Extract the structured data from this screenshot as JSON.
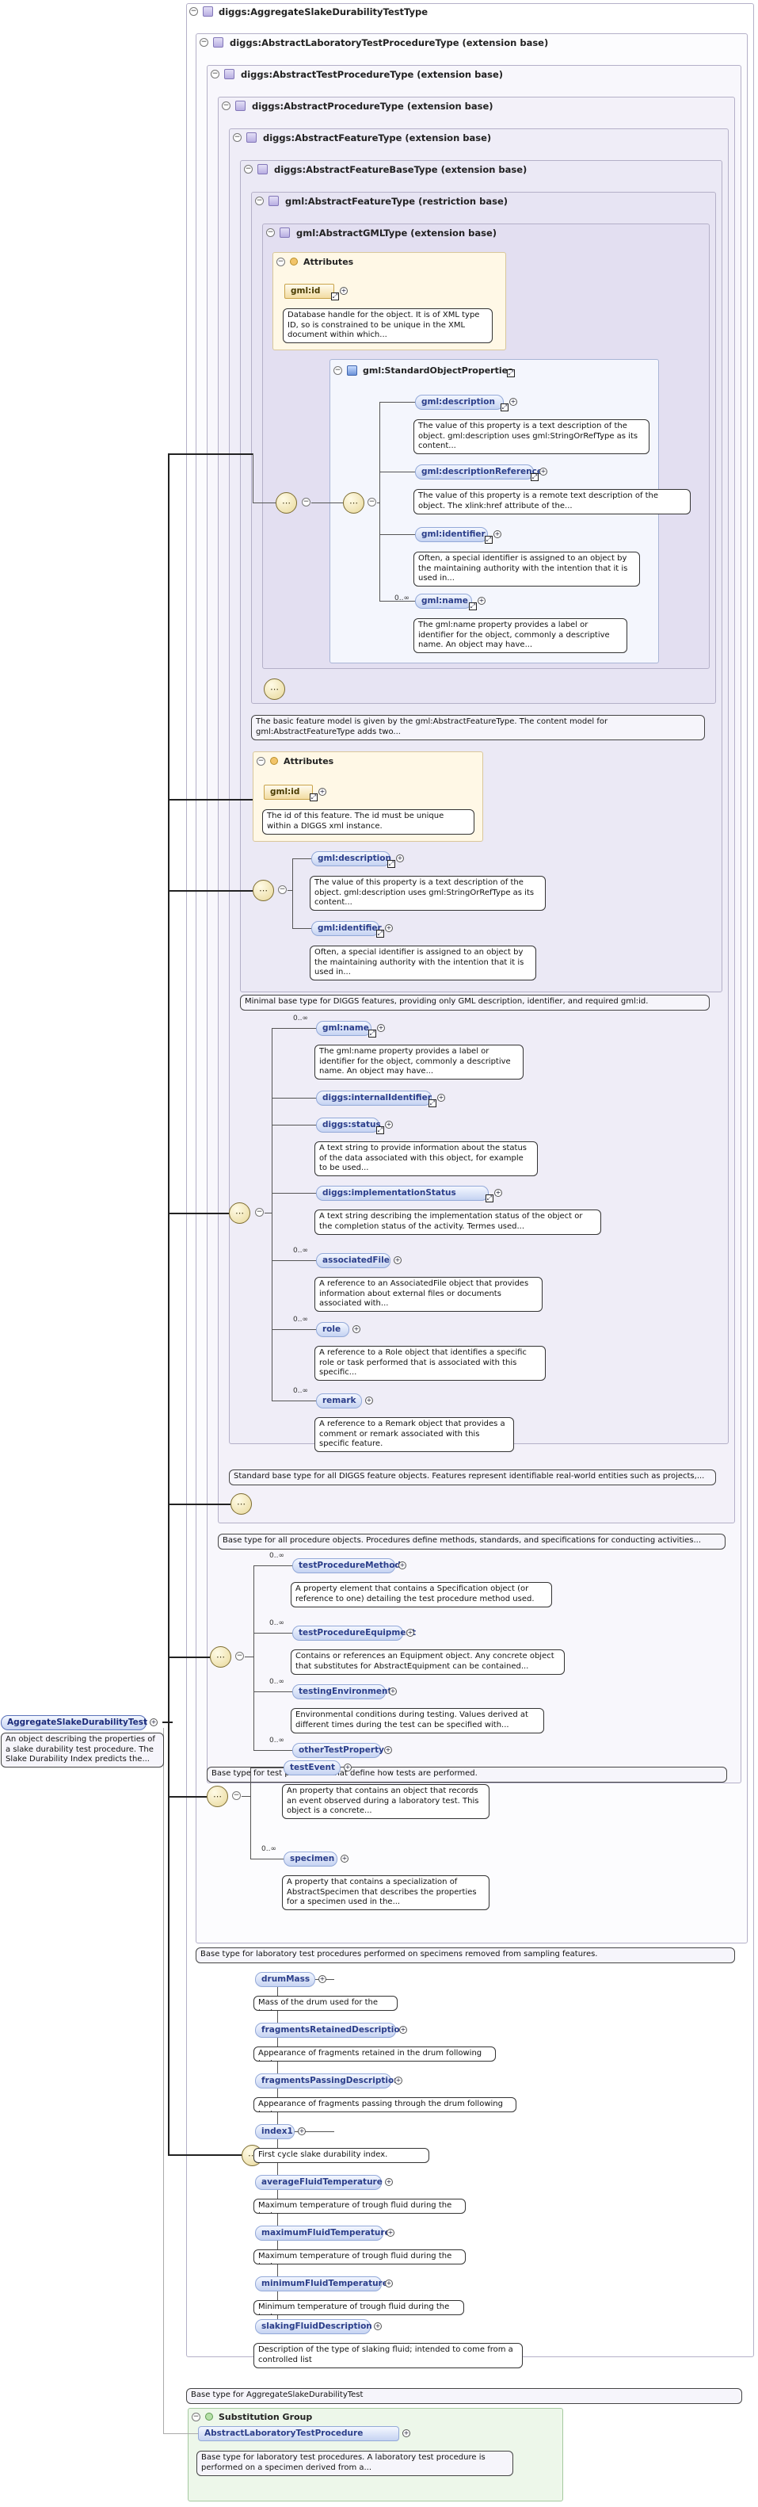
{
  "boxes": {
    "b0": "diggs:AggregateSlakeDurabilityTestType",
    "b1": "diggs:AbstractLaboratoryTestProcedureType (extension base)",
    "b2": "diggs:AbstractTestProcedureType (extension base)",
    "b3": "diggs:AbstractProcedureType (extension base)",
    "b4": "diggs:AbstractFeatureType (extension base)",
    "b5": "diggs:AbstractFeatureBaseType (extension base)",
    "b6": "gml:AbstractFeatureType (restriction base)",
    "b7": "gml:AbstractGMLType (extension base)",
    "attr1": "Attributes",
    "sop": "gml:StandardObjectProperties",
    "attr2": "Attributes",
    "sub": "Substitution Group"
  },
  "elements": {
    "root": "AggregateSlakeDurabilityTest",
    "gmlId1": "gml:id",
    "gmlDesc1": "gml:description",
    "gmlDescRef": "gml:descriptionReference",
    "gmlIdent1": "gml:identifier",
    "gmlName1": "gml:name",
    "gmlId2": "gml:id",
    "gmlDesc2": "gml:description",
    "gmlIdent2": "gml:identifier",
    "gmlName2": "gml:name",
    "internalId": "diggs:internalIdentifier",
    "status": "diggs:status",
    "implStatus": "diggs:implementationStatus",
    "assocFile": "associatedFile",
    "role": "role",
    "remark": "remark",
    "tpMethod": "testProcedureMethod",
    "tpEquip": "testProcedureEquipment",
    "testEnv": "testingEnvironment",
    "otherTP": "otherTestProperty",
    "testEvent": "testEvent",
    "specimen": "specimen",
    "drumMass": "drumMass",
    "fragRet": "fragmentsRetainedDescription",
    "fragPass": "fragmentsPassingDescription",
    "index1": "index1",
    "avgTemp": "averageFluidTemperature",
    "maxTemp": "maximumFluidTemperature",
    "minTemp": "minimumFluidTemperature",
    "slakFluid": "slakingFluidDescription",
    "absLab": "AbstractLaboratoryTestProcedure"
  },
  "notes": {
    "root": "An object describing the properties of a slake durability test procedure. The Slake Durability Index predicts the...",
    "gmlId1": "Database handle for the object. It is of XML type ID, so is constrained to be unique in the XML document within which...",
    "gmlDesc1": "The value of this property is a text description of the object. gml:description uses gml:StringOrRefType as its content...",
    "gmlDescRef": "The value of this property is a remote text description of the object. The xlink:href attribute of the...",
    "gmlIdent1": "Often, a special identifier is assigned to an object by the maintaining authority with the intention that it is used in...",
    "gmlName1": "The gml:name property provides a label or identifier for the object, commonly a descriptive name. An object may have...",
    "b6": "The basic feature model is given by the gml:AbstractFeatureType. The content model for gml:AbstractFeatureType adds two...",
    "gmlId2": "The id of this feature. The id must be unique within a DIGGS xml instance.",
    "gmlDesc2": "The value of this property is a text description of the object. gml:description uses gml:StringOrRefType as its content...",
    "gmlIdent2": "Often, a special identifier is assigned to an object by the maintaining authority with the intention that it is used in...",
    "b5": "Minimal base type for DIGGS features, providing only GML description, identifier, and required gml:id.",
    "gmlName2": "The gml:name property provides a label or identifier for the object, commonly a descriptive name. An object may have...",
    "internalId": "",
    "status": "A text string to provide information about the status of the data associated with this object, for example to be used...",
    "implStatus": "A text string describing the implementation status of the object or the completion status of the activity. Termes used...",
    "assocFile": "A reference to an AssociatedFile object that provides information about external files or documents associated with...",
    "role": "A reference to a Role object that identifies a specific role or task performed that is associated with this specific...",
    "remark": "A reference to a Remark object that provides a comment or remark associated with this specific feature.",
    "b4": "Standard base type for all DIGGS feature objects. Features represent identifiable real-world entities such as projects,...",
    "b3": "Base type for all procedure objects. Procedures define methods, standards, and specifications for conducting activities...",
    "tpMethod": "A property element that contains a Specification object (or reference to one) detailing the test procedure method used.",
    "tpEquip": "Contains or references an Equipment object. Any concrete object that substitutes for AbstractEquipment can be contained...",
    "testEnv": "Environmental conditions during testing. Values derived at different times during the test can be specified with...",
    "b2": "Base type for test procedures that define how tests are performed.",
    "testEvent": "An property that contains an object that records an event observed during a laboratory test. This object is a concrete...",
    "specimen": "A property that contains a specialization of AbstractSpecimen that describes the properties for a specimen used in the...",
    "b1": "Base type for laboratory test procedures performed on specimens removed from sampling features.",
    "drumMass": "Mass of the drum used for the test.",
    "fragRet": "Appearance of fragments retained in the drum following test.",
    "fragPass": "Appearance of fragments passing through the drum following test.",
    "index1": "First cycle slake durability index.",
    "avgTemp": "Maximum temperature of trough fluid during the test.",
    "maxTemp": "Maximum temperature of trough fluid during the test.",
    "minTemp": "Minimum temperature of trough fluid during the test.",
    "slakFluid": "Description of the type of slaking fluid; intended to come from a controlled list",
    "b0": "Base type for AggregateSlakeDurabilityTest",
    "absLab": "Base type for laboratory test procedures. A laboratory test procedure is performed on a specimen derived from a..."
  },
  "multiplicity": "0..∞",
  "symbols": {
    "toggle": "−",
    "plus": "+",
    "link": "⤢"
  },
  "icons": {
    "class": "complex-type-icon",
    "attribute": "attribute-icon",
    "sequence": "sequence-compositor-icon"
  },
  "colors": {
    "line": "#555555",
    "box_border": "#b4b0c8",
    "element_fill": "#c5d3f2",
    "attribute_fill": "#f2dca2",
    "attributes_bg": "#fff8e6",
    "sop_bg": "#f4f6fd",
    "subgroup_bg": "#edf7ea"
  }
}
